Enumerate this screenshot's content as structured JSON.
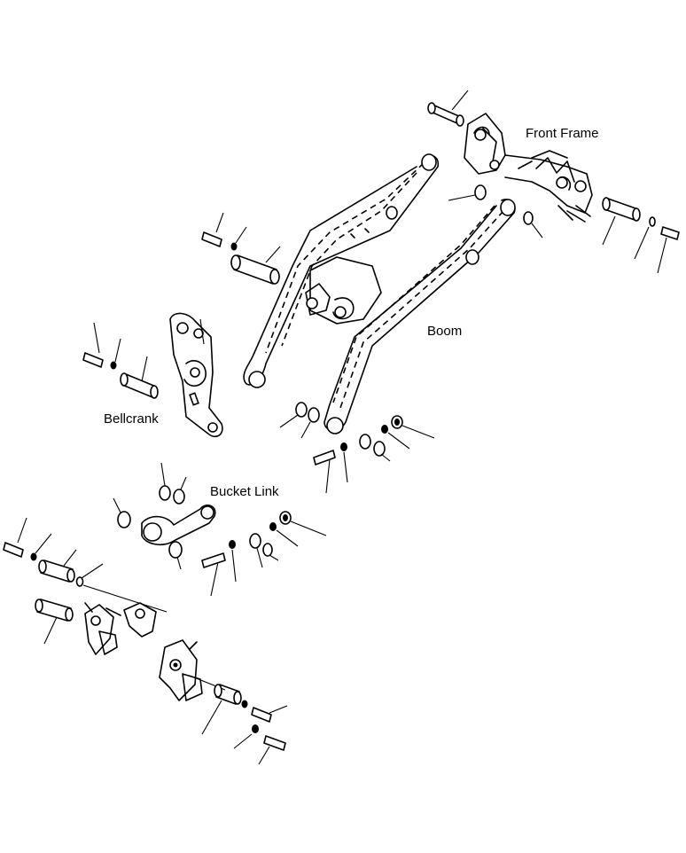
{
  "labels": {
    "front_frame": "Front Frame",
    "boom": "Boom",
    "bellcrank": "Bellcrank",
    "bucket_link": "Bucket Link"
  },
  "icons": [
    "front-frame-part-icon",
    "boom-part-icon",
    "bellcrank-part-icon",
    "bucket-link-part-icon",
    "pin-icon",
    "bolt-icon",
    "washer-icon",
    "bushing-icon"
  ]
}
